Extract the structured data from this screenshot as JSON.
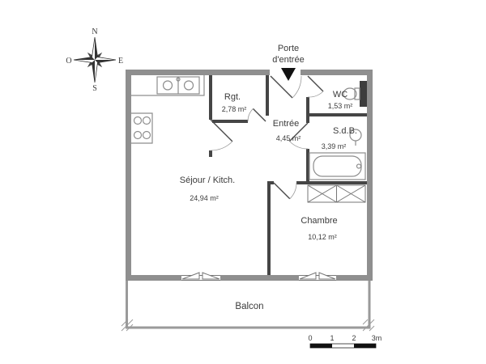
{
  "compass": {
    "north": "N",
    "south": "S",
    "east": "E",
    "west": "O"
  },
  "entrance": {
    "label_line1": "Porte",
    "label_line2": "d'entrée"
  },
  "rooms": {
    "sejour": {
      "name": "Séjour / Kitch.",
      "area": "24,94 m²"
    },
    "rgt": {
      "name": "Rgt.",
      "area": "2,78 m²"
    },
    "entree": {
      "name": "Entrée",
      "area": "4,45 m²"
    },
    "wc": {
      "name": "WC",
      "area": "1,53 m²"
    },
    "sdb": {
      "name": "S.d.B.",
      "area": "3,39 m²"
    },
    "chambre": {
      "name": "Chambre",
      "area": "10,12 m²"
    },
    "balcon": {
      "name": "Balcon"
    }
  },
  "scale_bar": {
    "tick0": "0",
    "tick1": "1",
    "tick2": "2",
    "tick3": "3m"
  },
  "colors": {
    "outer_wall": "#8f8f8f",
    "interior_wall": "#454545",
    "fixture_line": "#8d8d8d",
    "text": "#3b3b3b",
    "arrow": "#111111"
  }
}
